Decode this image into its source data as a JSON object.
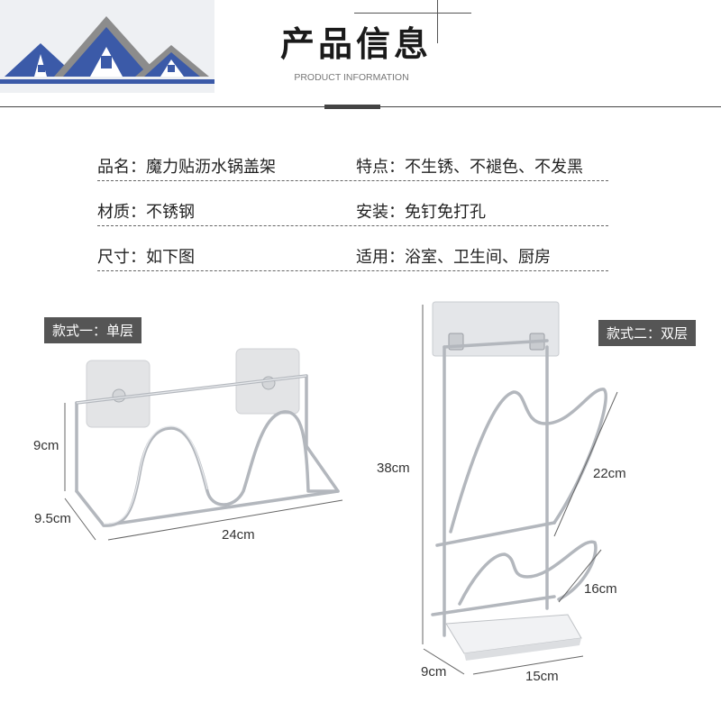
{
  "header": {
    "title": "产品信息",
    "subtitle": "PRODUCT INFORMATION"
  },
  "specs": [
    {
      "label": "品名：",
      "value": "魔力贴沥水锅盖架"
    },
    {
      "label": "特点：",
      "value": "不生锈、不褪色、不发黑"
    },
    {
      "label": "材质：",
      "value": "不锈钢"
    },
    {
      "label": "安装：",
      "value": "免钉免打孔"
    },
    {
      "label": "尺寸：",
      "value": "如下图"
    },
    {
      "label": "适用：",
      "value": "浴室、卫生间、厨房"
    }
  ],
  "models": [
    {
      "badge": "款式一：单层",
      "dims": {
        "height": "9cm",
        "depth": "9.5cm",
        "width": "24cm"
      }
    },
    {
      "badge": "款式二：双层",
      "dims": {
        "height": "38cm",
        "upper": "22cm",
        "lower": "16cm",
        "depth": "9cm",
        "width": "15cm"
      }
    }
  ],
  "colors": {
    "badge_bg": "#555555",
    "roof_blue": "#3b5aa8",
    "roof_grey": "#8a8a8a",
    "steel": "#b8bcc2"
  }
}
